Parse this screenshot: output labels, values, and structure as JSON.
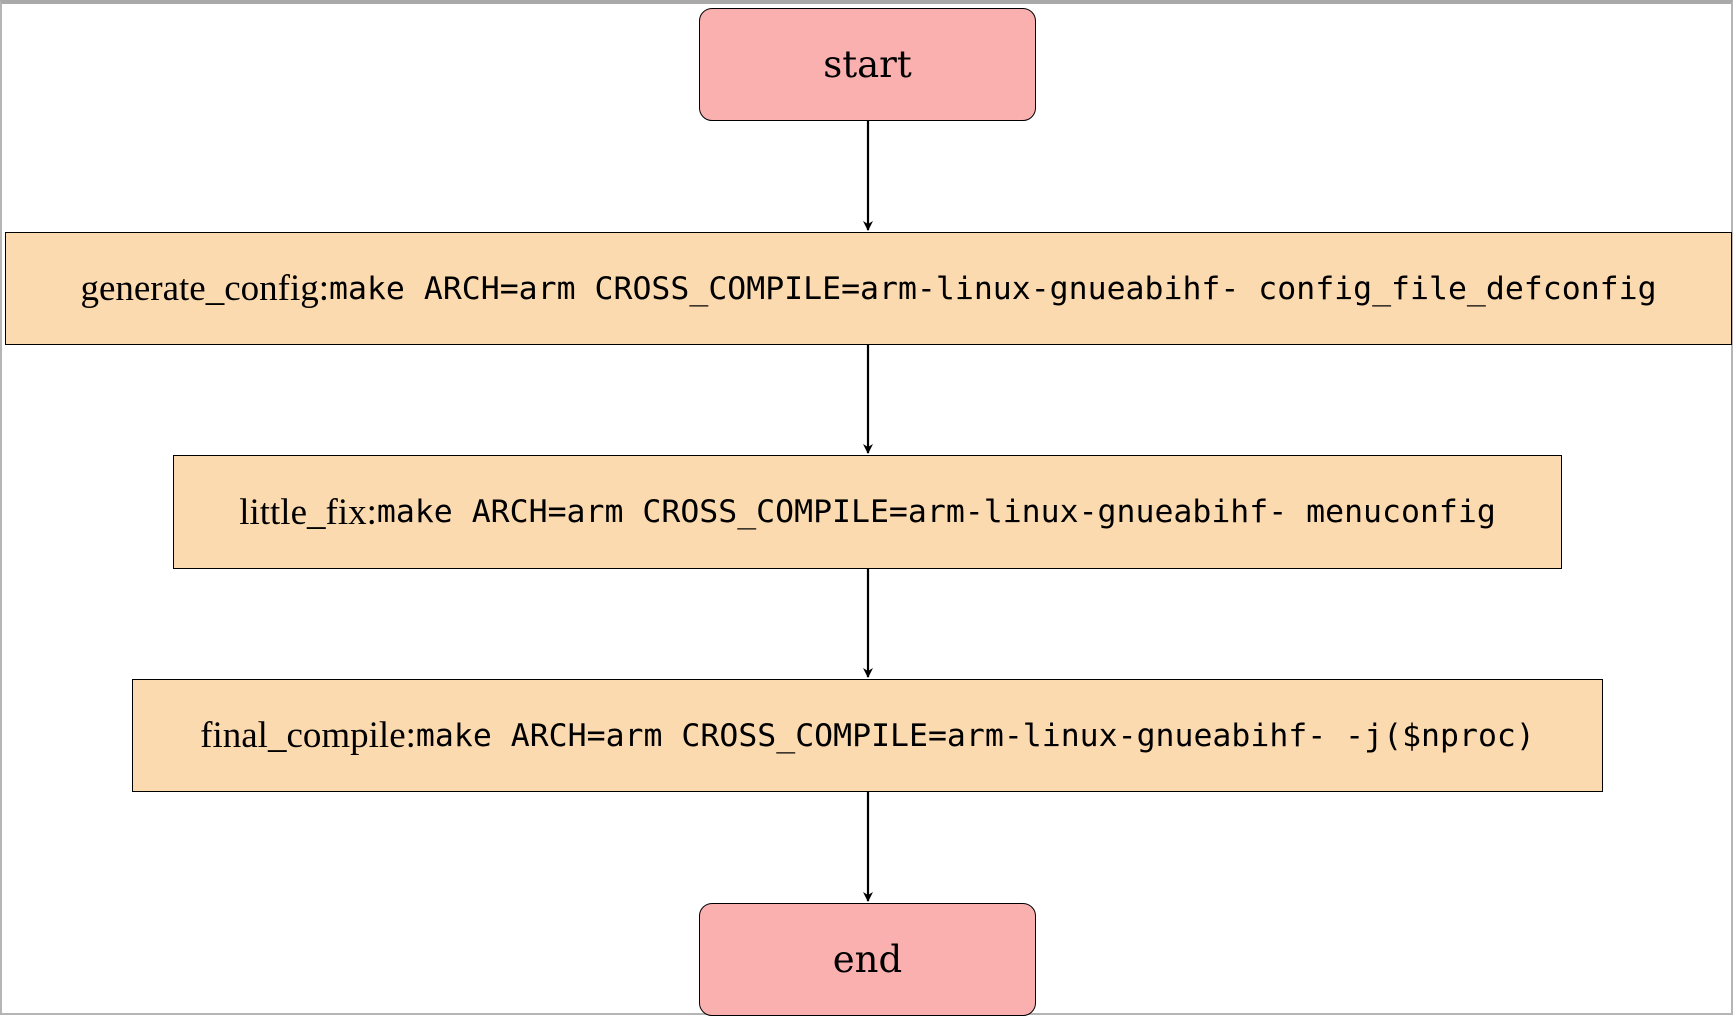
{
  "diagram": {
    "type": "flowchart",
    "colors": {
      "terminal_fill": "#fbb0b0",
      "process_fill": "#fcdab0",
      "stroke": "#000000"
    },
    "nodes": {
      "start": {
        "label": "start"
      },
      "generate_config": {
        "name": "generate_config:",
        "command": "make ARCH=arm CROSS_COMPILE=arm-linux-gnueabihf- config_file_defconfig"
      },
      "little_fix": {
        "name": "little_fix:",
        "command": "make ARCH=arm CROSS_COMPILE=arm-linux-gnueabihf- menuconfig"
      },
      "final_compile": {
        "name": "final_compile:",
        "command": "make ARCH=arm CROSS_COMPILE=arm-linux-gnueabihf- -j($nproc)"
      },
      "end": {
        "label": "end"
      }
    },
    "edges": [
      {
        "from": "start",
        "to": "generate_config"
      },
      {
        "from": "generate_config",
        "to": "little_fix"
      },
      {
        "from": "little_fix",
        "to": "final_compile"
      },
      {
        "from": "final_compile",
        "to": "end"
      }
    ]
  }
}
